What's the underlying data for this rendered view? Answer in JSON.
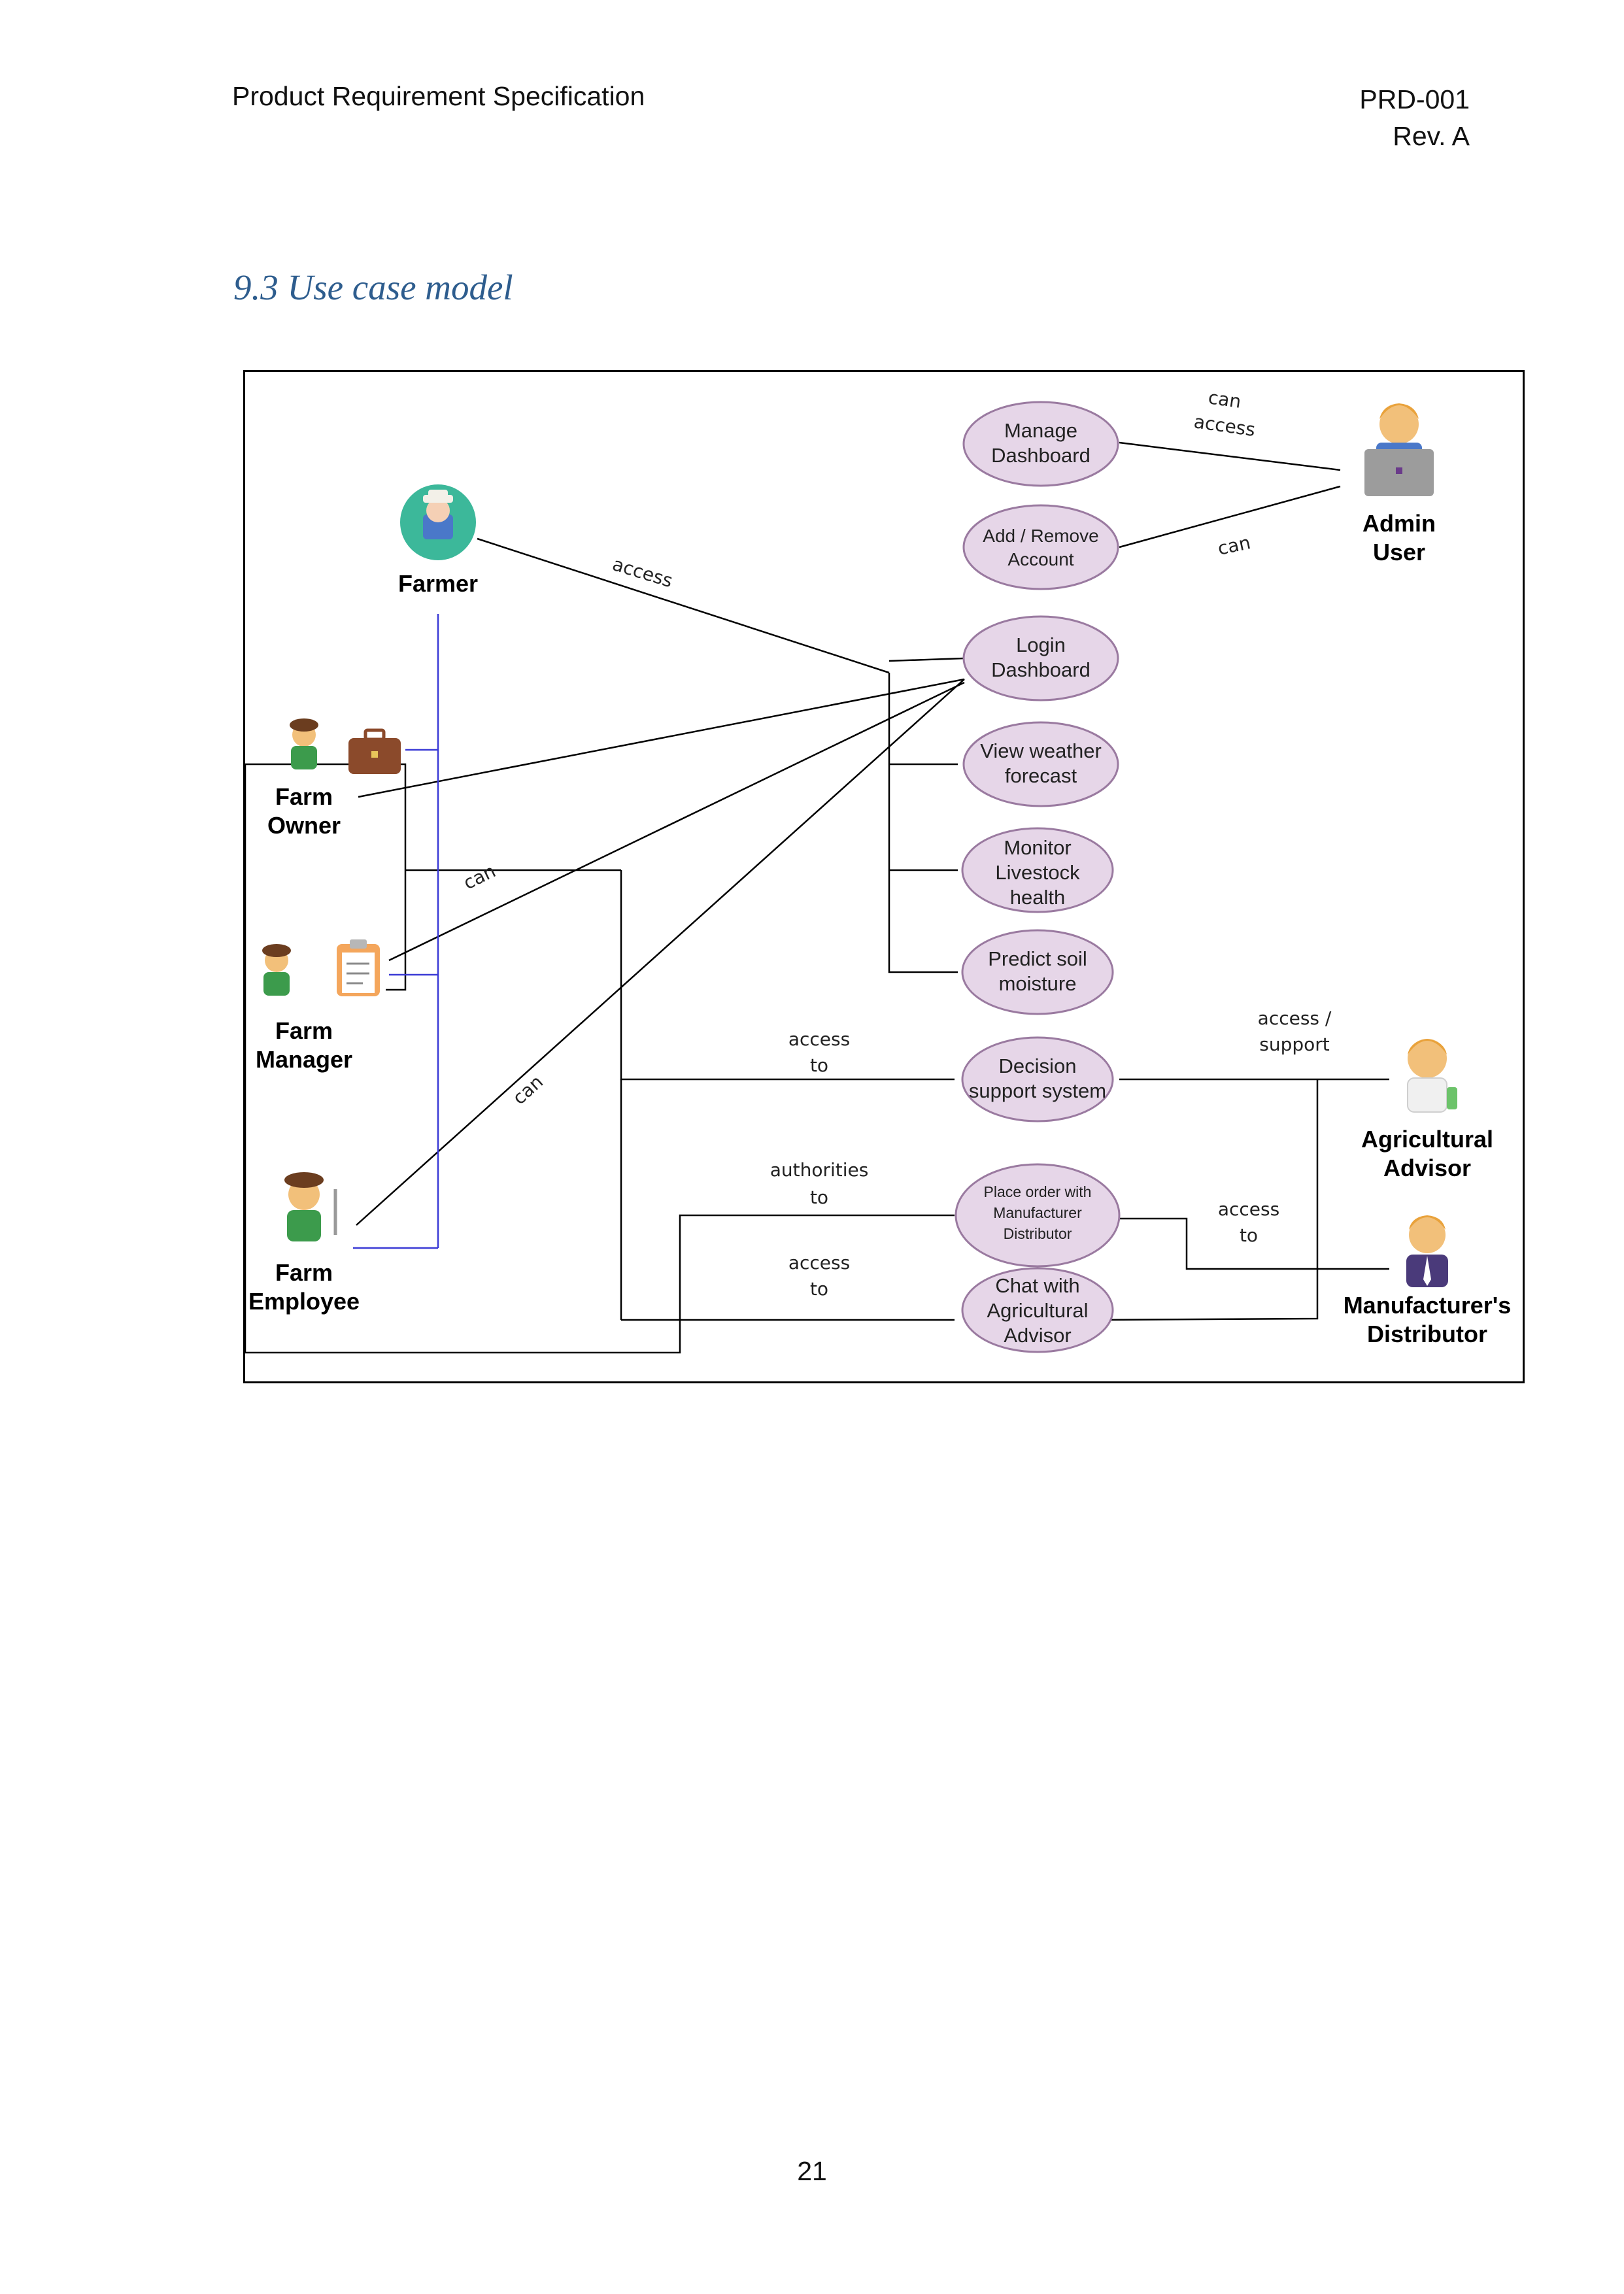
{
  "header": {
    "title": "Product Requirement Specification",
    "doc_id": "PRD-001",
    "revision": "Rev. A"
  },
  "section": {
    "title": "9.3 Use case model"
  },
  "diagram": {
    "actors": {
      "farmer": "Farmer",
      "farm_owner": [
        "Farm",
        "Owner"
      ],
      "farm_manager": [
        "Farm",
        "Manager"
      ],
      "farm_employee": [
        "Farm",
        "Employee"
      ],
      "admin_user": [
        "Admin",
        "User"
      ],
      "agricultural_advisor": [
        "Agricultural",
        "Advisor"
      ],
      "manufacturers_distributor": [
        "Manufacturer's",
        "Distributor"
      ]
    },
    "use_cases": {
      "manage_dashboard": [
        "Manage",
        "Dashboard"
      ],
      "add_remove_account": [
        "Add / Remove",
        "Account"
      ],
      "login_dashboard": [
        "Login",
        "Dashboard"
      ],
      "view_weather": [
        "View weather",
        "forecast"
      ],
      "monitor_livestock": [
        "Monitor",
        "Livestock",
        "health"
      ],
      "predict_soil": [
        "Predict soil",
        "moisture"
      ],
      "decision_support": [
        "Decision",
        "support system"
      ],
      "place_order": [
        "Place order with",
        "Manufacturer",
        "Distributor"
      ],
      "chat_advisor": [
        "Chat with",
        "Agricultural",
        "Advisor"
      ]
    },
    "relations": {
      "farmer_access": "access",
      "admin_can_access": [
        "can",
        "access"
      ],
      "admin_can": "can",
      "manager_can": "can",
      "employee_can": "can",
      "access_to_decision": [
        "access",
        "to"
      ],
      "authorities_to": [
        "authorities",
        "to"
      ],
      "access_to_chat": [
        "access",
        "to"
      ],
      "access_support": [
        "access /",
        "support"
      ],
      "access_to_distributor": [
        "access",
        "to"
      ]
    },
    "colors": {
      "use_case_fill": "#e6d6e8",
      "use_case_stroke": "#9a7aa0",
      "generalization_line": "#3b3bd6",
      "association_line": "#000000"
    }
  },
  "footer": {
    "page_number": "21"
  }
}
